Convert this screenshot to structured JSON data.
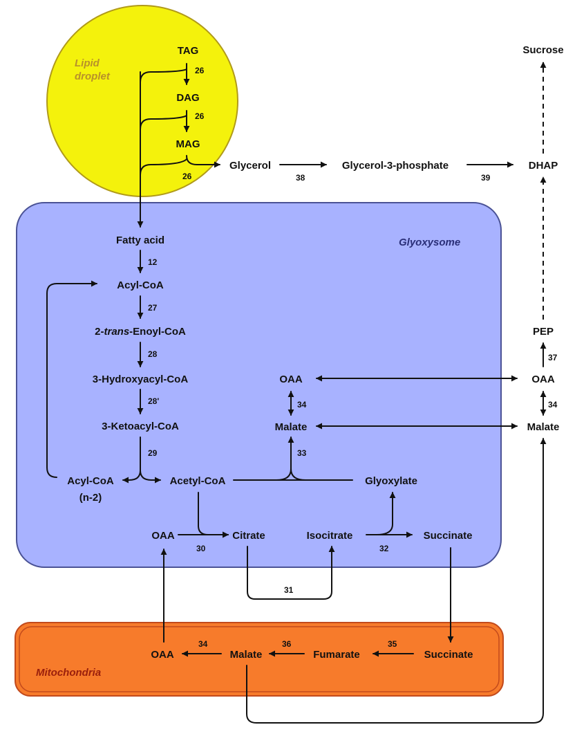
{
  "colors": {
    "lipid_droplet_fill": "#f4f20c",
    "lipid_droplet_stroke": "#b09a1a",
    "lipid_droplet_label": "#b8912a",
    "glyoxysome_fill": "#a8b2ff",
    "glyoxysome_stroke": "#4a5295",
    "glyoxysome_label": "#2a2f78",
    "mitochondria_fill": "#f77b2b",
    "mitochondria_stroke": "#c24a1c",
    "mitochondria_label": "#9a1f0c"
  },
  "regions": {
    "lipid_droplet_line1": "Lipid",
    "lipid_droplet_line2": "droplet",
    "glyoxysome": "Glyoxysome",
    "mitochondria": "Mitochondria"
  },
  "metabolites": {
    "tag": "TAG",
    "dag": "DAG",
    "mag": "MAG",
    "glycerol": "Glycerol",
    "glycerol_3_phosphate": "Glycerol-3-phosphate",
    "dhap": "DHAP",
    "sucrose": "Sucrose",
    "fatty_acid": "Fatty acid",
    "acyl_coa": "Acyl-CoA",
    "enoyl_coa_prefix": "2-",
    "enoyl_coa_italic": "trans",
    "enoyl_coa_suffix": "-Enoyl-CoA",
    "hydroxyacyl_coa": "3-Hydroxyacyl-CoA",
    "ketoacyl_coa": "3-Ketoacyl-CoA",
    "acyl_coa_n2_line1": "Acyl-CoA",
    "acyl_coa_n2_line2": "(n-2)",
    "acetyl_coa": "Acetyl-CoA",
    "glyoxylate": "Glyoxylate",
    "oaa_glyox_mid": "OAA",
    "malate_glyox": "Malate",
    "oaa_cyto": "OAA",
    "malate_cyto": "Malate",
    "pep": "PEP",
    "oaa_glyox_left": "OAA",
    "citrate": "Citrate",
    "isocitrate": "Isocitrate",
    "succinate_glyox": "Succinate",
    "oaa_mito": "OAA",
    "malate_mito": "Malate",
    "fumarate": "Fumarate",
    "succinate_mito": "Succinate"
  },
  "steps": {
    "tag_dag": "26",
    "dag_mag": "26",
    "mag_glycerol": "26",
    "glycerol_g3p": "38",
    "g3p_dhap": "39",
    "fa_acylcoa": "12",
    "acyl_enoyl": "27",
    "enoyl_hydroxy": "28",
    "hydroxy_keto": "28'",
    "keto_thiolase": "29",
    "oaa_malate_glyox": "34",
    "malate_synthase": "33",
    "citrate_synthase": "30",
    "aconitase": "31",
    "isocitrate_lyase": "32",
    "oaa_pep": "37",
    "oaa_malate_cyto": "34",
    "succ_fum": "35",
    "fum_mal": "36",
    "mal_oaa_mito": "34"
  }
}
